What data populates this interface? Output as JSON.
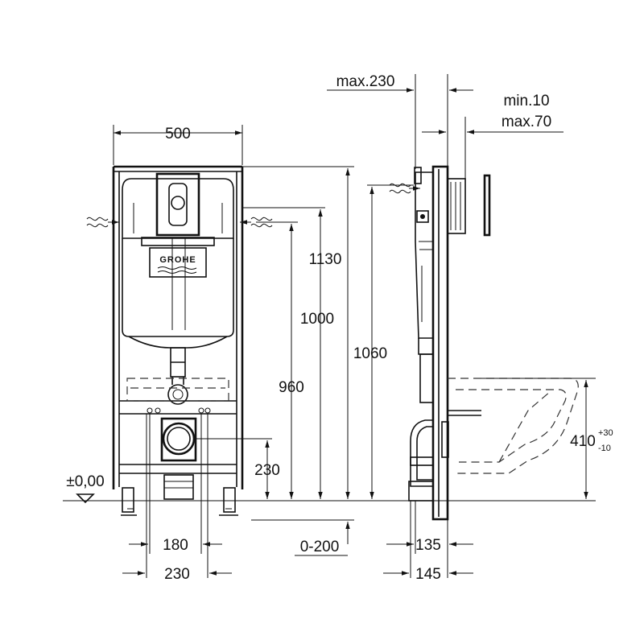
{
  "brand": {
    "logo_text": "GROHE"
  },
  "front_view": {
    "width_label": "500",
    "height_labels": [
      "1130",
      "1000",
      "960"
    ],
    "outlet_height_label": "230",
    "floor_label": "±0,00",
    "bottom_labels": [
      "180",
      "230"
    ]
  },
  "side_view": {
    "top_labels": [
      "max.230",
      "min.10",
      "max.70"
    ],
    "height_label": "1060",
    "adjust_label": "0-200",
    "bowl_height": {
      "value": "410",
      "tol_plus": "+30",
      "tol_minus": "-10"
    },
    "bottom_labels": [
      "135",
      "145"
    ]
  },
  "icons": [
    "water-inlet-icon",
    "water-inlet-icon",
    "water-inlet-icon"
  ]
}
